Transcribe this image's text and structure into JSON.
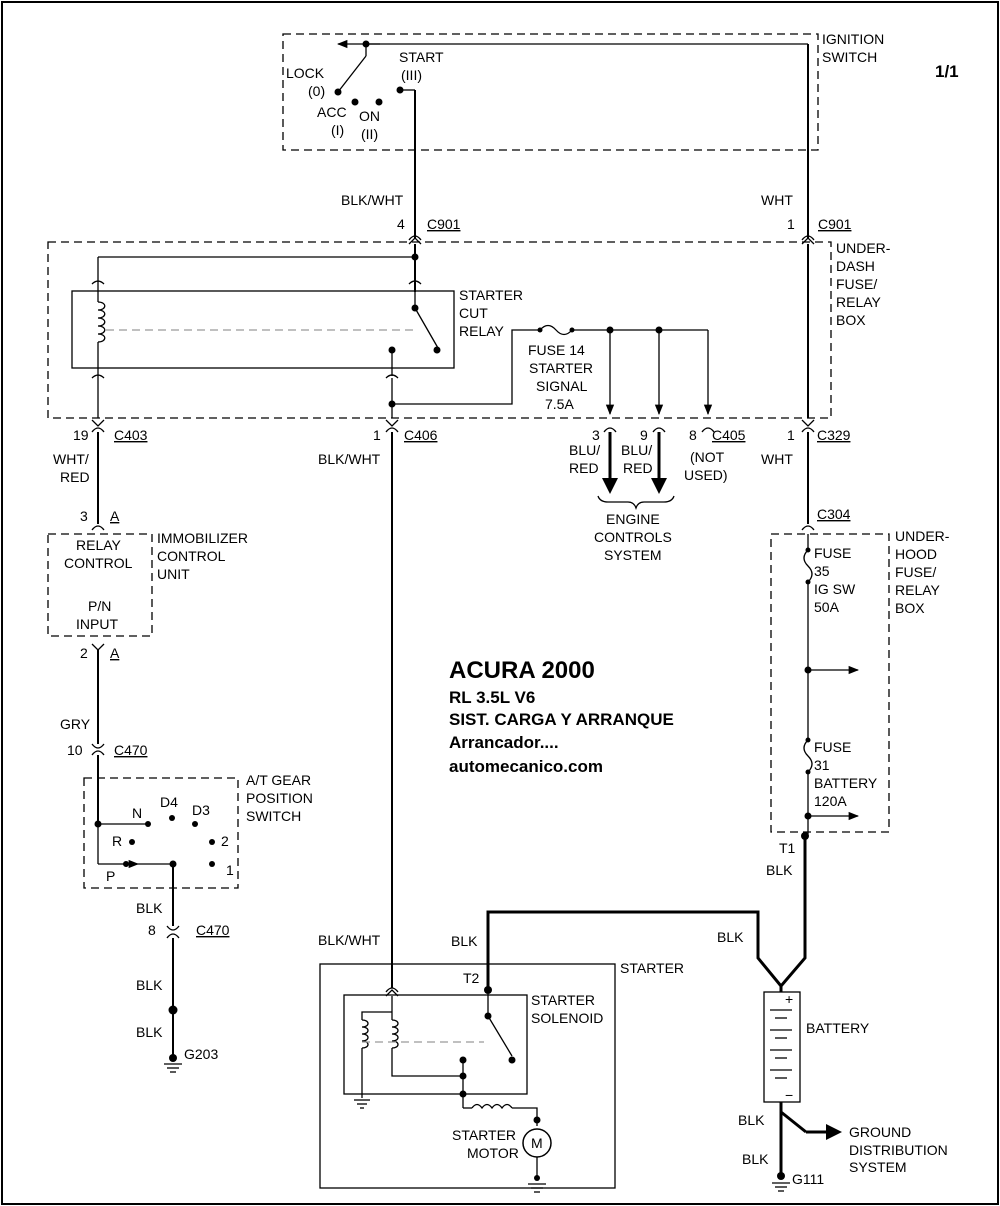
{
  "page": {
    "page_number": "1/1"
  },
  "title": {
    "make_year": "ACURA  2000",
    "model": "RL  3.5L  V6",
    "system": "SIST. CARGA Y ARRANQUE",
    "subject": "Arrancador....",
    "site": "automecanico.com"
  },
  "ignition_switch": {
    "name_1": "IGNITION",
    "name_2": "SWITCH",
    "lock_1": "LOCK",
    "lock_2": "(0)",
    "start_1": "START",
    "start_2": "(III)",
    "acc_1": "ACC",
    "acc_2": "(I)",
    "on_1": "ON",
    "on_2": "(II)"
  },
  "wires": {
    "blk_wht_1": "BLK/WHT",
    "wht_1": "WHT",
    "wht_red_1": "WHT/",
    "wht_red_2": "RED",
    "blk_wht_2": "BLK/WHT",
    "blu_red_1a": "BLU/",
    "blu_red_1b": "RED",
    "blu_red_2a": "BLU/",
    "blu_red_2b": "RED",
    "not_used_1": "(NOT",
    "not_used_2": "USED)",
    "wht_2": "WHT",
    "gry": "GRY",
    "blk_1": "BLK",
    "blk_2": "BLK",
    "blk_3": "BLK",
    "blk_wht_3": "BLK/WHT",
    "blk_4": "BLK",
    "blk_5": "BLK",
    "blk_6": "BLK",
    "blk_7": "BLK",
    "blk_8": "BLK"
  },
  "connectors": {
    "c901_a_pin": "4",
    "c901_a": "C901",
    "c901_b_pin": "1",
    "c901_b": "C901",
    "c403_pin": "19",
    "c403": "C403",
    "c406_pin": "1",
    "c406": "C406",
    "c405_pin_a": "3",
    "c405_pin_b": "9",
    "c405_pin_c": "8",
    "c405": "C405",
    "c329_pin": "1",
    "c329": "C329",
    "c304": "C304",
    "immo_pin_top": "3",
    "immo_a_top": "A",
    "immo_pin_bot": "2",
    "immo_a_bot": "A",
    "c470_a_pin": "10",
    "c470_a": "C470",
    "c470_b_pin": "8",
    "c470_b": "C470",
    "t1": "T1",
    "t2": "T2"
  },
  "under_dash_box": {
    "name_1": "UNDER-",
    "name_2": "DASH",
    "name_3": "FUSE/",
    "name_4": "RELAY",
    "name_5": "BOX",
    "relay_1": "STARTER",
    "relay_2": "CUT",
    "relay_3": "RELAY",
    "fuse_1": "FUSE 14",
    "fuse_2": "STARTER",
    "fuse_3": "SIGNAL",
    "fuse_4": "7.5A"
  },
  "engine_controls": {
    "line_1": "ENGINE",
    "line_2": "CONTROLS",
    "line_3": "SYSTEM"
  },
  "immobilizer": {
    "name_1": "IMMOBILIZER",
    "name_2": "CONTROL",
    "name_3": "UNIT",
    "relay_1": "RELAY",
    "relay_2": "CONTROL",
    "pn_1": "P/N",
    "pn_2": "INPUT"
  },
  "gear_switch": {
    "name_1": "A/T GEAR",
    "name_2": "POSITION",
    "name_3": "SWITCH",
    "n": "N",
    "d4": "D4",
    "d3": "D3",
    "r": "R",
    "two": "2",
    "p": "P",
    "one": "1"
  },
  "under_hood_box": {
    "name_1": "UNDER-",
    "name_2": "HOOD",
    "name_3": "FUSE/",
    "name_4": "RELAY",
    "name_5": "BOX",
    "fuse35_1": "FUSE",
    "fuse35_2": "35",
    "fuse35_3": "IG SW",
    "fuse35_4": "50A",
    "fuse31_1": "FUSE",
    "fuse31_2": "31",
    "fuse31_3": "BATTERY",
    "fuse31_4": "120A"
  },
  "starter": {
    "name": "STARTER",
    "solenoid_1": "STARTER",
    "solenoid_2": "SOLENOID",
    "motor_1": "STARTER",
    "motor_2": "MOTOR",
    "motor_symbol": "M"
  },
  "battery": {
    "name": "BATTERY",
    "plus": "+",
    "minus": "−"
  },
  "ground": {
    "g203": "G203",
    "g111": "G111",
    "dist_1": "GROUND",
    "dist_2": "DISTRIBUTION",
    "dist_3": "SYSTEM"
  }
}
